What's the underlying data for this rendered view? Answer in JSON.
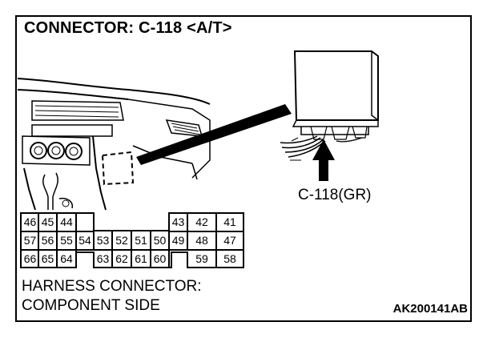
{
  "title": "CONNECTOR: C-118 <A/T>",
  "connector_label": "C-118(GR)",
  "caption_line1": "HARNESS CONNECTOR:",
  "caption_line2": "COMPONENT SIDE",
  "figure_code": "AK200141AB",
  "pins": {
    "p46": "46",
    "p45": "45",
    "p44": "44",
    "p43": "43",
    "p42": "42",
    "p41": "41",
    "p57": "57",
    "p56": "56",
    "p55": "55",
    "p54": "54",
    "p53": "53",
    "p52": "52",
    "p51": "51",
    "p50": "50",
    "p49": "49",
    "p48": "48",
    "p47": "47",
    "p66": "66",
    "p65": "65",
    "p64": "64",
    "p63": "63",
    "p62": "62",
    "p61": "61",
    "p60": "60",
    "p59": "59",
    "p58": "58"
  }
}
